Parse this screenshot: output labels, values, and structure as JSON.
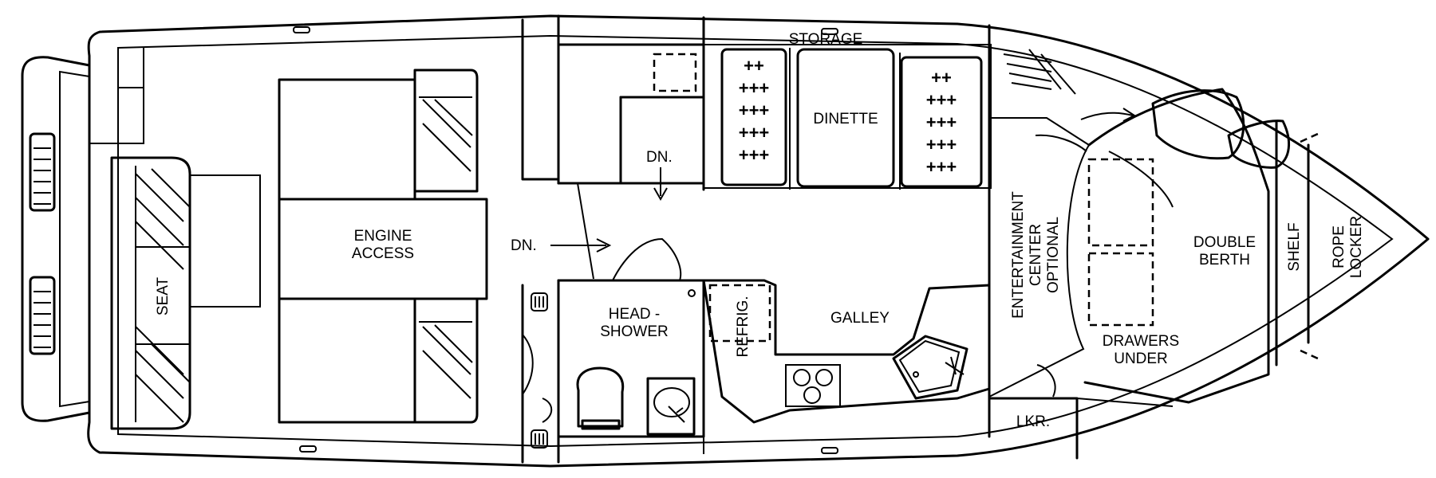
{
  "labels": {
    "storage": "STORAGE",
    "dinette": "DINETTE",
    "dn_upper": "DN.",
    "dn_left": "DN.",
    "engine_access": [
      "ENGINE",
      "ACCESS"
    ],
    "seat": "SEAT",
    "head_shower": [
      "HEAD -",
      "SHOWER"
    ],
    "refrig": "REFRIG.",
    "galley": "GALLEY",
    "entertainment_center": [
      "ENTERTAINMENT",
      "CENTER",
      "OPTIONAL"
    ],
    "double_berth": [
      "DOUBLE",
      "BERTH"
    ],
    "drawers_under": [
      "DRAWERS",
      "UNDER"
    ],
    "shelf": "SHELF",
    "rope_locker": [
      "ROPE",
      "LOCKER"
    ],
    "lkr": "LKR."
  }
}
